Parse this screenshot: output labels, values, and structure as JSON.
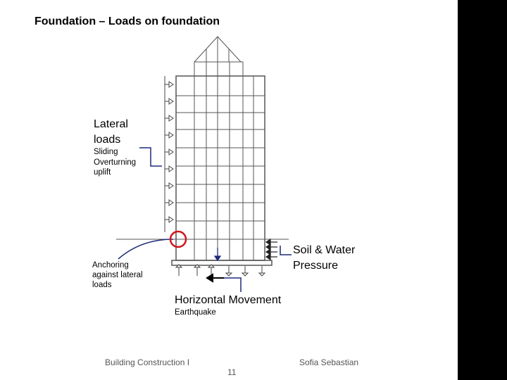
{
  "slide": {
    "title": "Foundation – Loads on foundation"
  },
  "labels": {
    "lateral_line1": "Lateral",
    "lateral_line2": "loads",
    "sliding": "Sliding",
    "overturning": "Overturning",
    "uplift": "uplift",
    "anchoring_line1": "Anchoring",
    "anchoring_line2": "against lateral",
    "anchoring_line3": "loads",
    "soil_line1": "Soil & Water",
    "soil_line2": "Pressure",
    "horizontal": "Horizontal Movement",
    "earthquake": "Earthquake"
  },
  "footer": {
    "course": "Building Construction I",
    "author": "Sofia Sebastian",
    "page": "11"
  },
  "colors": {
    "leader": "#1f2a7a",
    "highlight_circle": "#d0141c",
    "right_bar": "#000000"
  }
}
